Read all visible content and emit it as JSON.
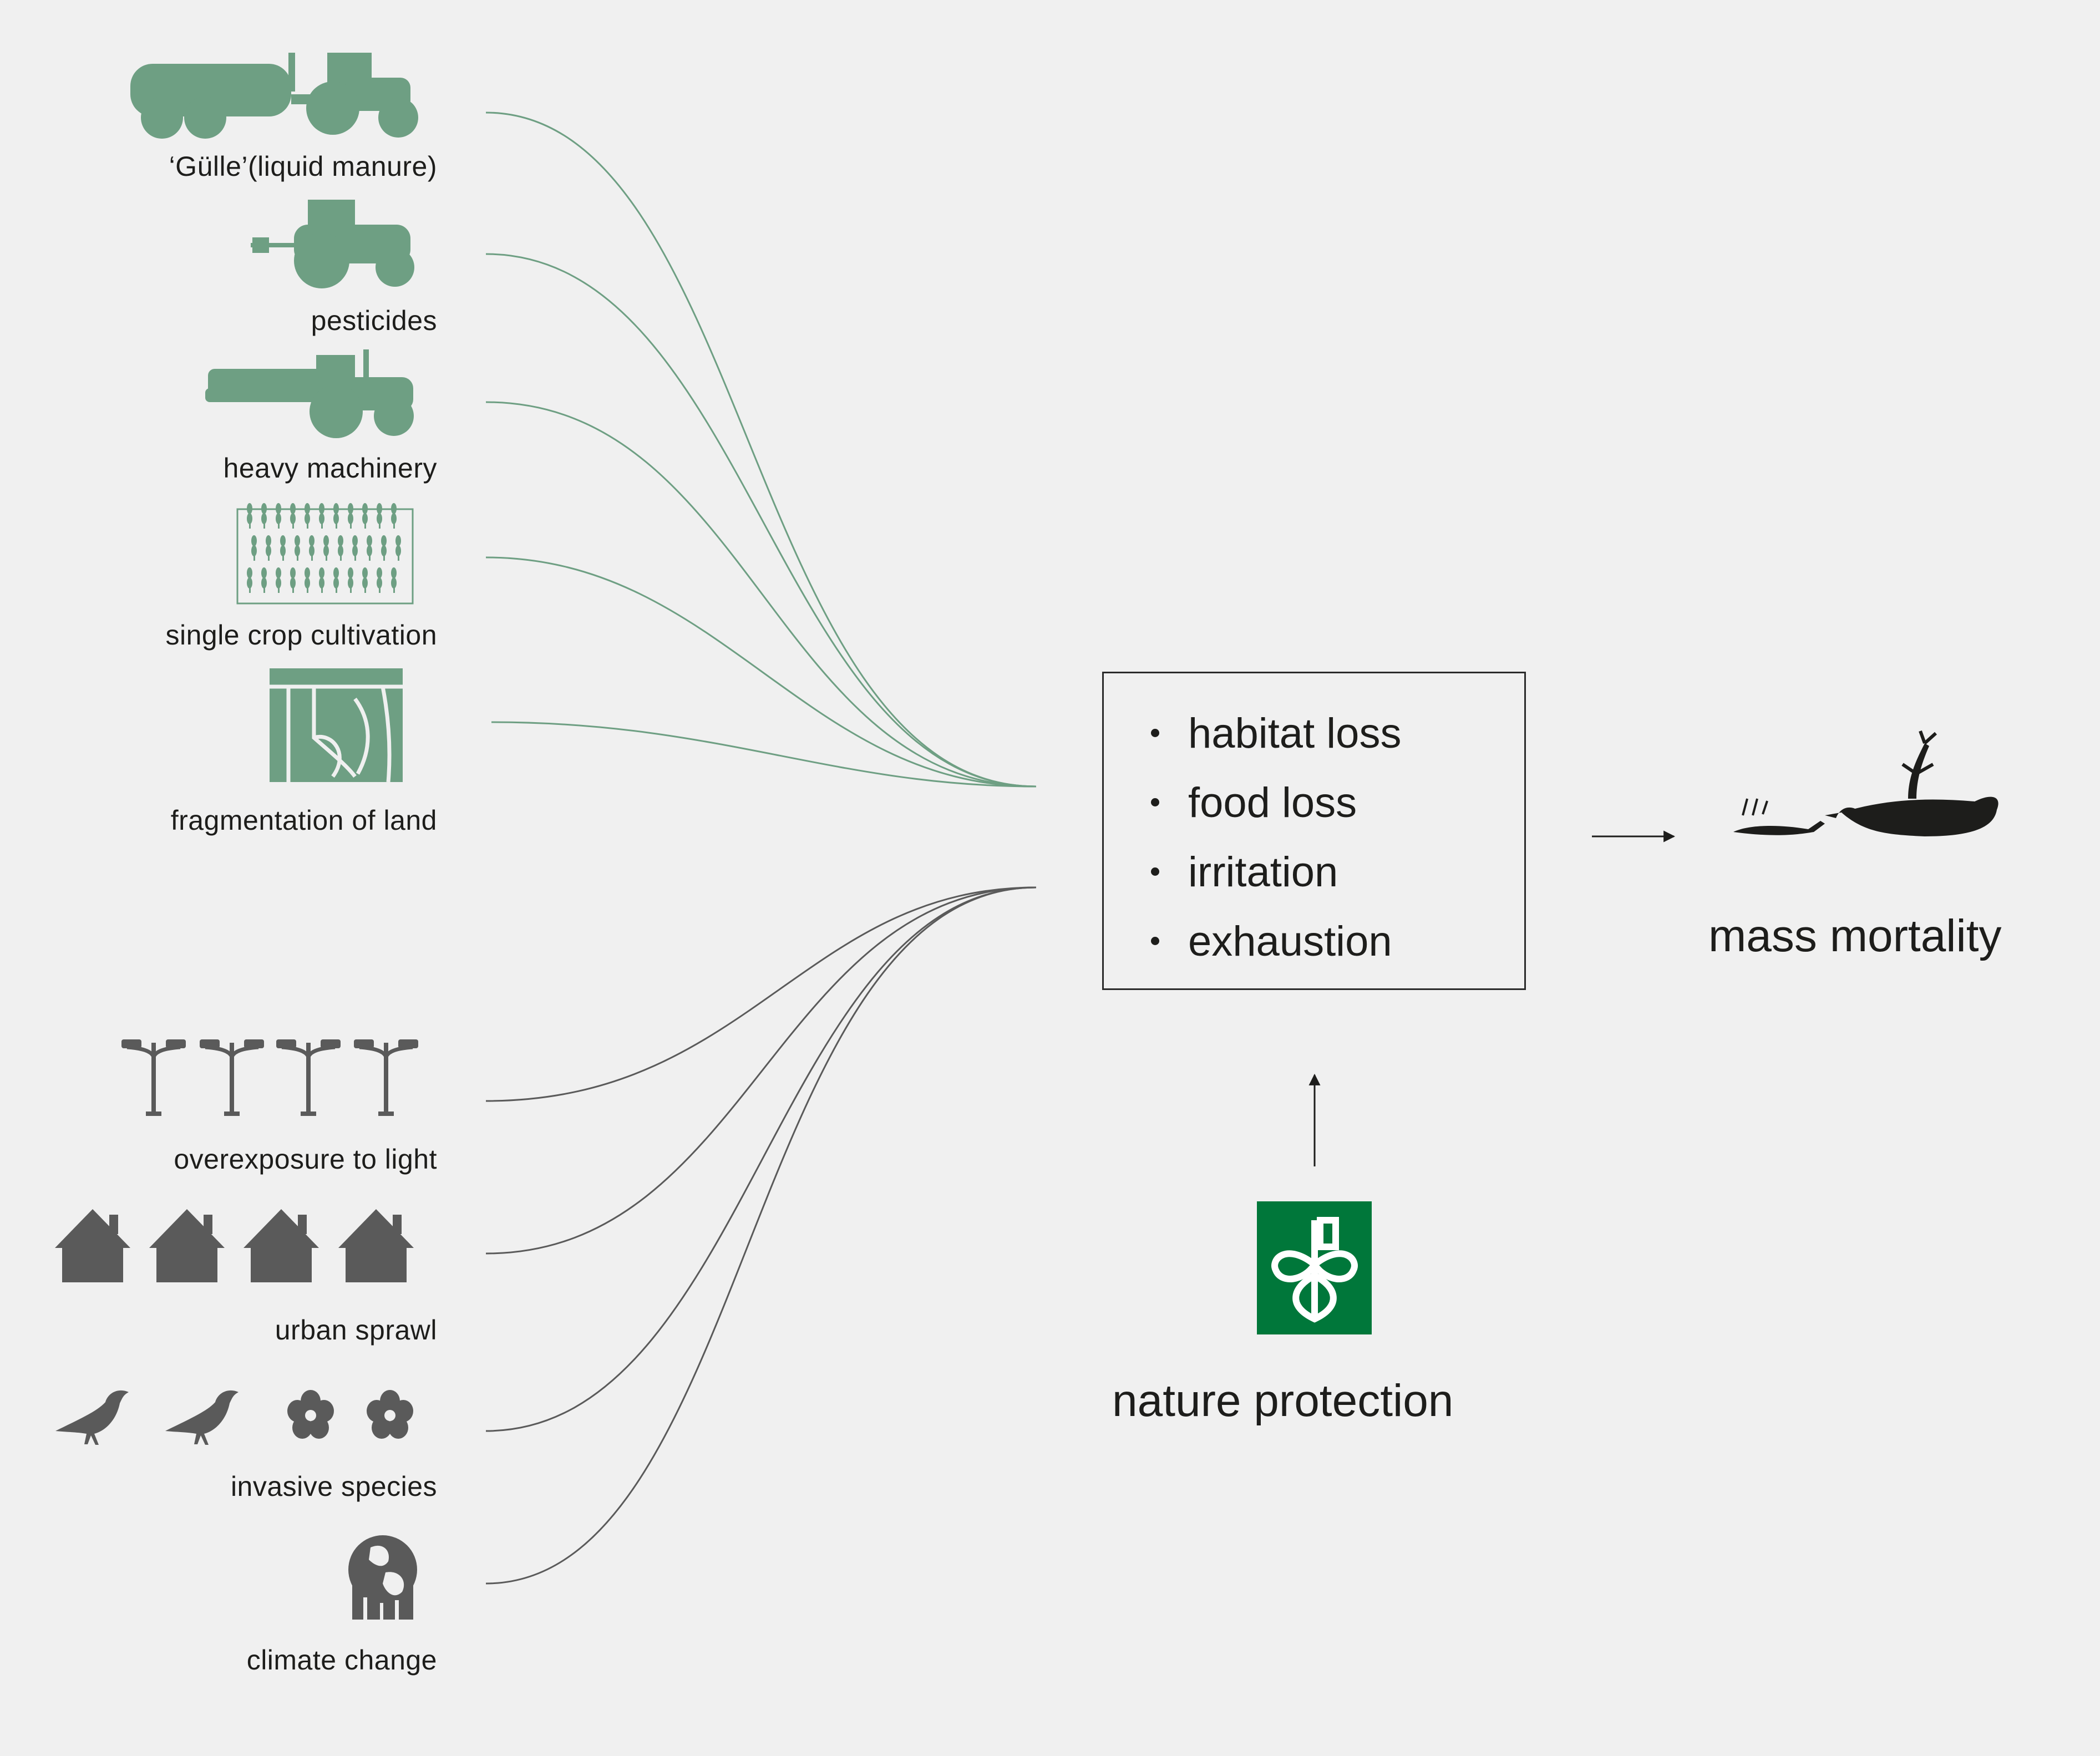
{
  "colors": {
    "background": "#f0f0f0",
    "agriculture": "#6e9f83",
    "urban": "#5a5a5a",
    "text": "#1d1d1b",
    "nature_logo": "#00773a"
  },
  "agricultural_causes": [
    {
      "label": "‘Gülle’(liquid manure)",
      "icon": "slurry-tanker-tractor-icon"
    },
    {
      "label": "pesticides",
      "icon": "sprayer-tractor-icon"
    },
    {
      "label": "heavy machinery",
      "icon": "plough-tractor-icon"
    },
    {
      "label": "single crop cultivation",
      "icon": "wheat-field-icon"
    },
    {
      "label": "fragmentation of land",
      "icon": "fragmented-fields-icon"
    }
  ],
  "urban_causes": [
    {
      "label": "overexposure to light",
      "icon": "street-lamps-icon"
    },
    {
      "label": "urban sprawl",
      "icon": "houses-icon"
    },
    {
      "label": "invasive species",
      "icon": "birds-and-flowers-icon"
    },
    {
      "label": "climate change",
      "icon": "melting-globe-icon"
    }
  ],
  "effects": [
    "habitat loss",
    "food loss",
    "irritation",
    "exhaustion"
  ],
  "outcome": {
    "label": "mass mortality",
    "icon": "dead-birds-icon"
  },
  "mitigation": {
    "label": "nature protection",
    "icon": "nature-protection-logo-icon"
  }
}
